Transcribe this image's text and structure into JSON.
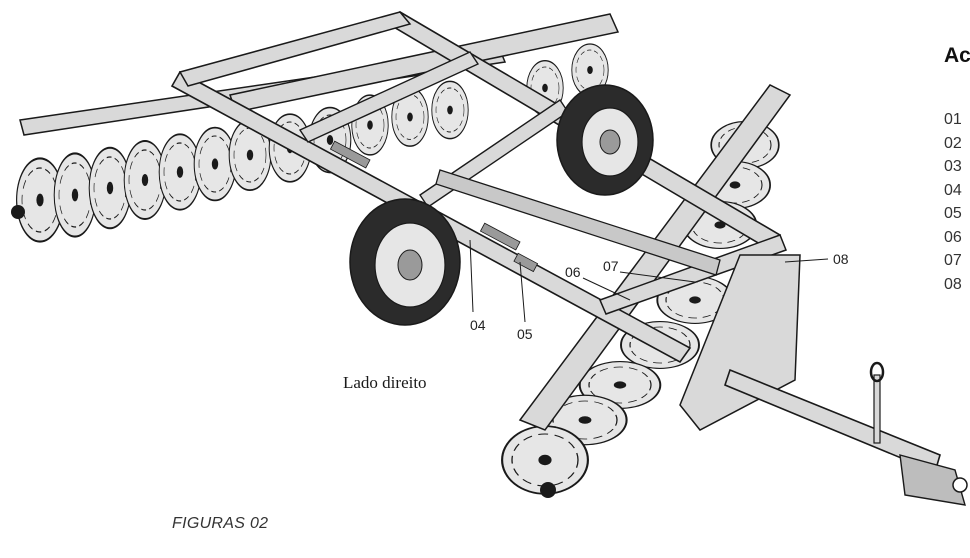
{
  "caption": "Lado direito",
  "figure_label": "FIGURAS 02",
  "side_panel": {
    "title": "Ac",
    "items": [
      "01",
      "02",
      "03",
      "04",
      "05",
      "06",
      "07",
      "08"
    ]
  },
  "callouts": {
    "c04": "04",
    "c05": "05",
    "c06": "06",
    "c07": "07",
    "c08": "08"
  },
  "colors": {
    "line": "#1a1a1a",
    "frame_fill": "#d9d9d9",
    "disc_fill": "#e6e6e6",
    "tire_fill": "#2b2b2b"
  }
}
